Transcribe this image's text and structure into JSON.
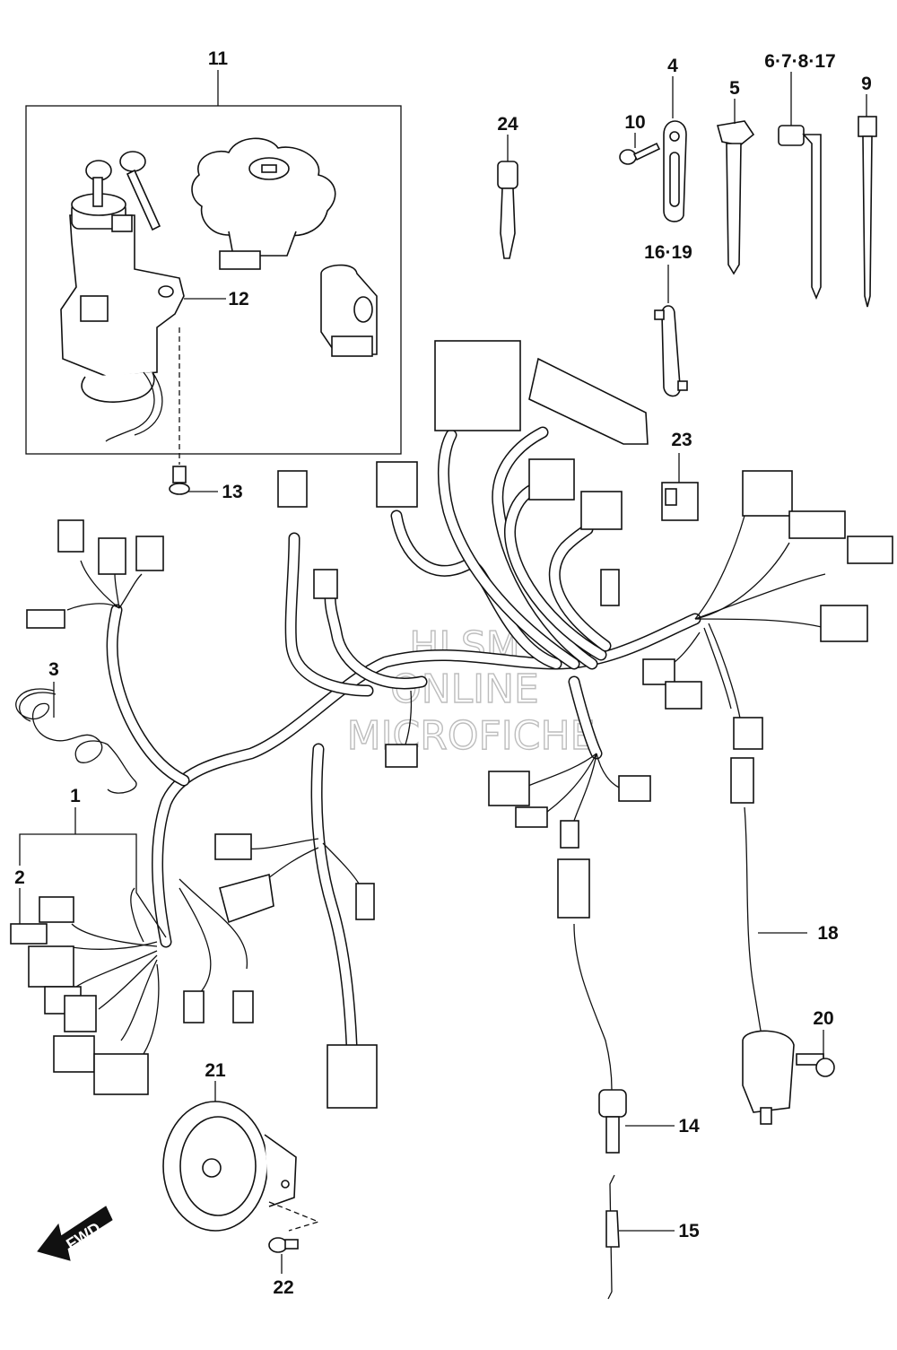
{
  "callouts": {
    "c1": "1",
    "c2": "2",
    "c3": "3",
    "c4": "4",
    "c5": "5",
    "c6": "6·7·8·17",
    "c9": "9",
    "c10": "10",
    "c11": "11",
    "c12": "12",
    "c13": "13",
    "c14": "14",
    "c15": "15",
    "c16": "16·19",
    "c18": "18",
    "c20": "20",
    "c21": "21",
    "c22": "22",
    "c23": "23",
    "c24": "24"
  },
  "watermark": {
    "line1": "HLSM",
    "line2": "ONLINE",
    "line3": "MICROFICHE",
    "color": "#bdbdbd"
  },
  "fwd_label": "FWD"
}
